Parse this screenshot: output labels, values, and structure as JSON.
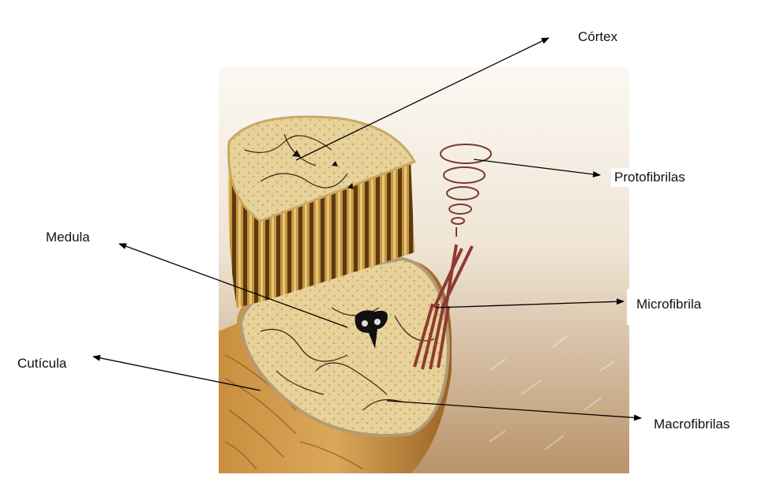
{
  "title": "Estrutura do cabelo",
  "labels": {
    "cortex": "Córtex",
    "protofibrilas": "Protofibrilas",
    "medula": "Medula",
    "microfibrila": "Microfibrila",
    "cuticula": "Cutícula",
    "macrofibrilas": "Macrofibrilas"
  },
  "colors": {
    "hair_light": "#e6cf97",
    "hair_dark": "#a8772f",
    "fibril": "#8f3a32",
    "arrow": "#000000"
  }
}
